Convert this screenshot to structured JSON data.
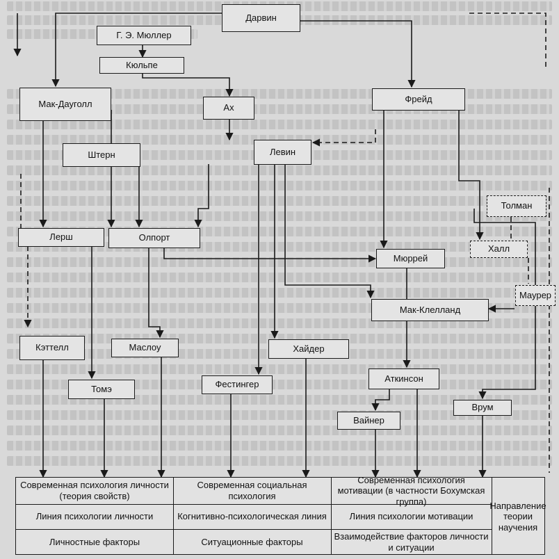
{
  "nodes": {
    "darwin": "Дарвин",
    "muller": "Г. Э. Мюллер",
    "kulpe": "Кюльпе",
    "mcdougall": "Мак-Дауголл",
    "ach": "Ах",
    "freud": "Фрейд",
    "stern": "Штерн",
    "lewin": "Левин",
    "tolman": "Толман",
    "lersh": "Лерш",
    "allport": "Олпорт",
    "hull": "Халл",
    "murray": "Мюррей",
    "mowrer": "Маурер",
    "mcclelland": "Мак-Клелланд",
    "cattell": "Кэттелл",
    "maslow": "Маслоу",
    "heider": "Хайдер",
    "thomae": "Томэ",
    "festinger": "Фестингер",
    "atkinson": "Аткинсон",
    "vroom": "Врум",
    "weiner": "Вайнер"
  },
  "table": {
    "col1": {
      "head": "Современная психология личности (теория свойств)",
      "line": "Линия психологии личности",
      "factor": "Личностные факторы"
    },
    "col2": {
      "head": "Современная социальная психология",
      "line": "Когнитивно-психологическая линия",
      "factor": "Ситуационные факторы"
    },
    "col3": {
      "head": "Современная психология мотивации (в частности Бохумская группа)",
      "line": "Линия психологии мотивации",
      "factor": "Взаимодействие факторов личности и ситуации"
    },
    "col4": {
      "note": "Направление теории научения"
    }
  }
}
